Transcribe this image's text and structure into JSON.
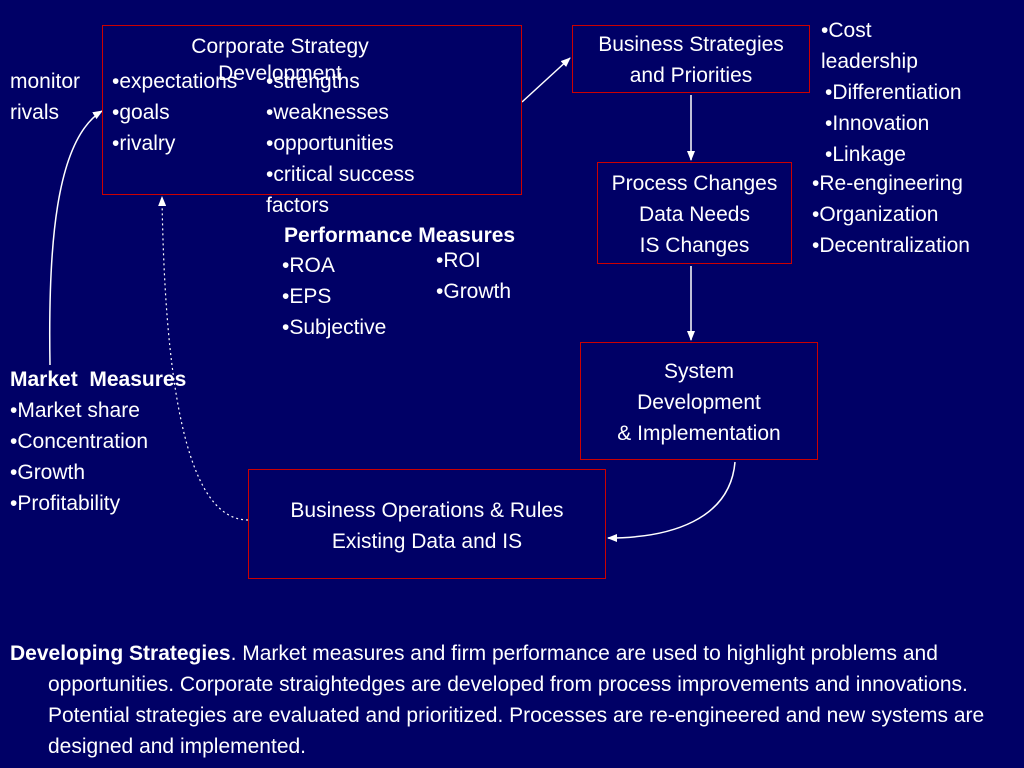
{
  "corporate_box": {
    "title_line1": "Corporate Strategy",
    "title_line2": "Development",
    "left_items": [
      "expectations",
      "goals",
      "rivalry"
    ],
    "right_items": [
      "strengths",
      "weaknesses",
      "opportunities",
      "critical success"
    ],
    "right_tail": "factors"
  },
  "monitor_label": {
    "line1": "monitor",
    "line2": "rivals"
  },
  "business_strategies_box": {
    "line1": "Business Strategies",
    "line2": "and Priorities"
  },
  "strategy_options": [
    "Cost",
    "leadership",
    "Differentiation",
    "Innovation",
    "Linkage"
  ],
  "process_changes_box": {
    "line1": "Process Changes",
    "line2": "Data Needs",
    "line3": "IS Changes"
  },
  "process_options": [
    "Re-engineering",
    "Organization",
    "Decentralization"
  ],
  "performance_measures": {
    "title": "Performance Measures",
    "left_items": [
      "ROA",
      "EPS",
      "Subjective"
    ],
    "right_items": [
      "ROI",
      "Growth"
    ]
  },
  "system_dev_box": {
    "line1": "System",
    "line2": "Development",
    "line3": "& Implementation"
  },
  "market_measures": {
    "title": "Market  Measures",
    "items": [
      "Market share",
      "Concentration",
      "Growth",
      "Profitability"
    ]
  },
  "operations_box": {
    "line1": "Business Operations & Rules",
    "line2": "Existing Data and IS"
  },
  "caption": {
    "lead": "Developing Strategies",
    "text": ".  Market measures and firm performance are used to highlight problems and opportunities.  Corporate straightedges are developed from process improvements and innovations.  Potential strategies are evaluated and prioritized. Processes are re-engineered and new systems are designed and implemented."
  },
  "colors": {
    "background": "#000066",
    "box_border": "#cc0000",
    "text": "#ffffff"
  }
}
